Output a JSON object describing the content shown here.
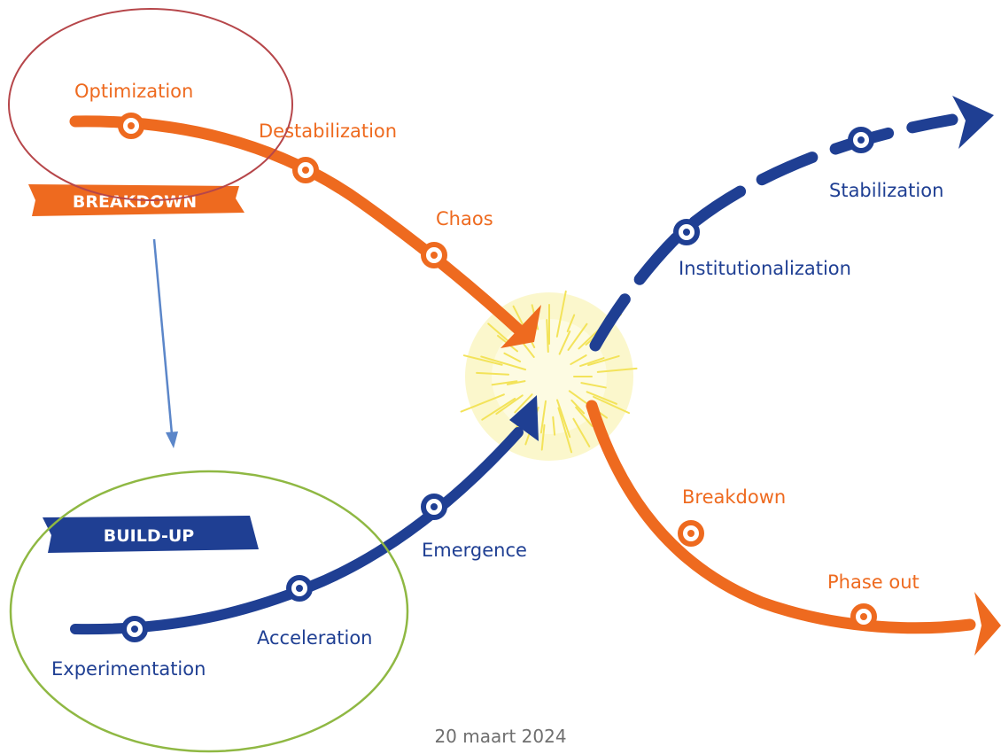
{
  "colors": {
    "orange": "#ee6a1f",
    "blue": "#1f3f93",
    "burst": "#f3e35a",
    "annotation_red": "#b6464a",
    "annotation_green": "#8fb843",
    "annotation_arrow": "#5b86c9"
  },
  "banners": {
    "breakdown": "BREAKDOWN",
    "buildup": "BUILD-UP"
  },
  "phases": {
    "optimization": "Optimization",
    "destabilization": "Destabilization",
    "chaos": "Chaos",
    "institutionalization": "Institutionalization",
    "stabilization": "Stabilization",
    "experimentation": "Experimentation",
    "acceleration": "Acceleration",
    "emergence": "Emergence",
    "breakdown": "Breakdown",
    "phase_out": "Phase out"
  },
  "footer": {
    "date": "20 maart 2024"
  }
}
